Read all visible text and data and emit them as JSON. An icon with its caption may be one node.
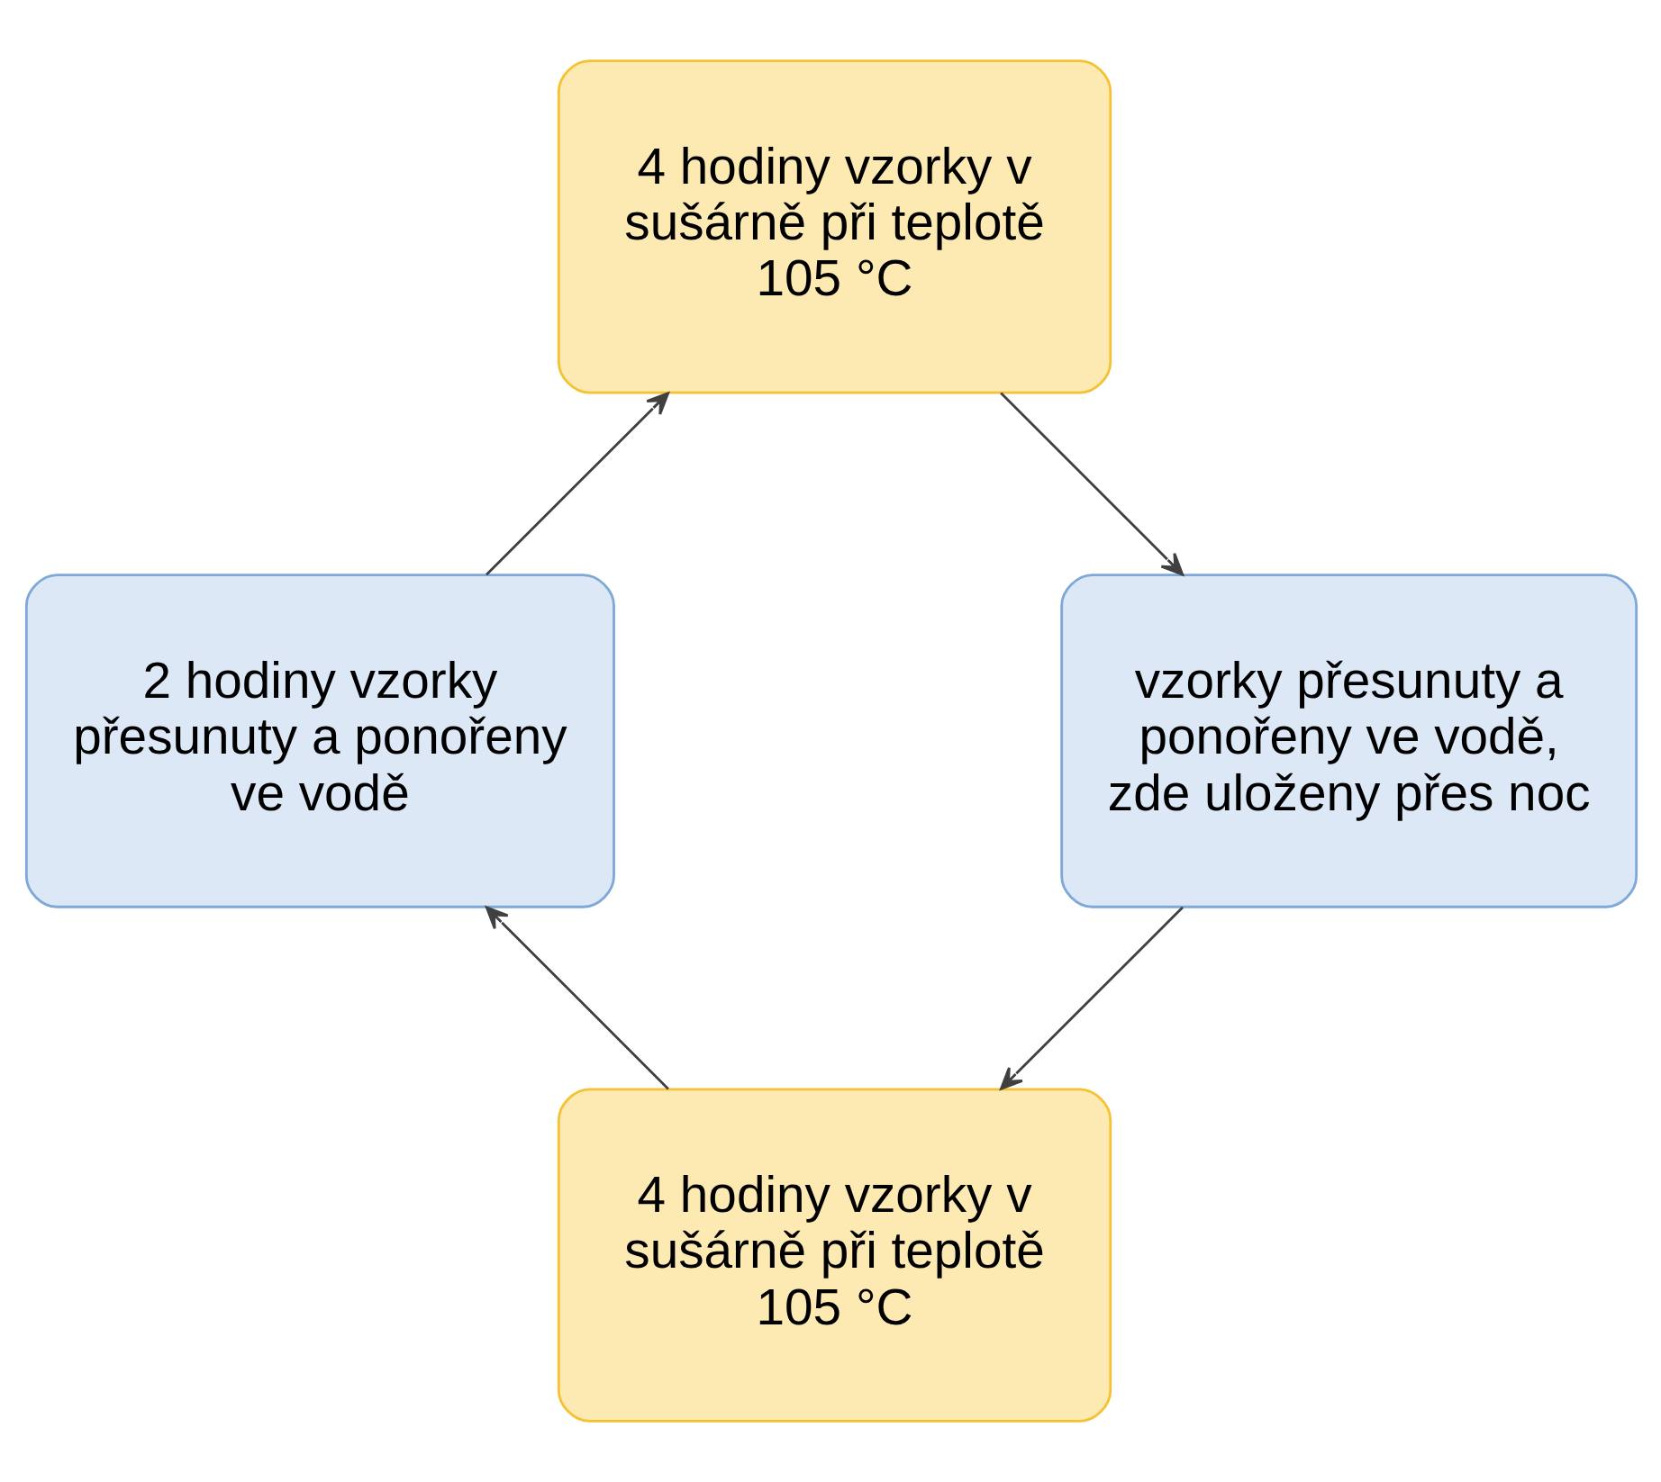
{
  "diagram": {
    "nodes": [
      {
        "text": [
          "4 hodiny vzorky v sušárně při teplotě 105 °C"
        ]
      },
      {
        "text": [
          "2 hodiny vzorky přesunuty a ponořeny ve vodě"
        ]
      },
      {
        "text": [
          "4 hodiny vzorky v sušárně při teplotě 105 °C"
        ]
      },
      {
        "text": [
          "vzorky přesunuty a ponořeny ve vodě, zde uloženy přes noc"
        ]
      }
    ],
    "edges": [
      {
        "from": 0,
        "to": 1,
        "arrow": "to"
      },
      {
        "from": 1,
        "to": 2,
        "arrow": "to"
      },
      {
        "from": 2,
        "to": 3,
        "arrow": "to"
      },
      {
        "from": 3,
        "to": 0,
        "arrow": "to"
      }
    ]
  }
}
